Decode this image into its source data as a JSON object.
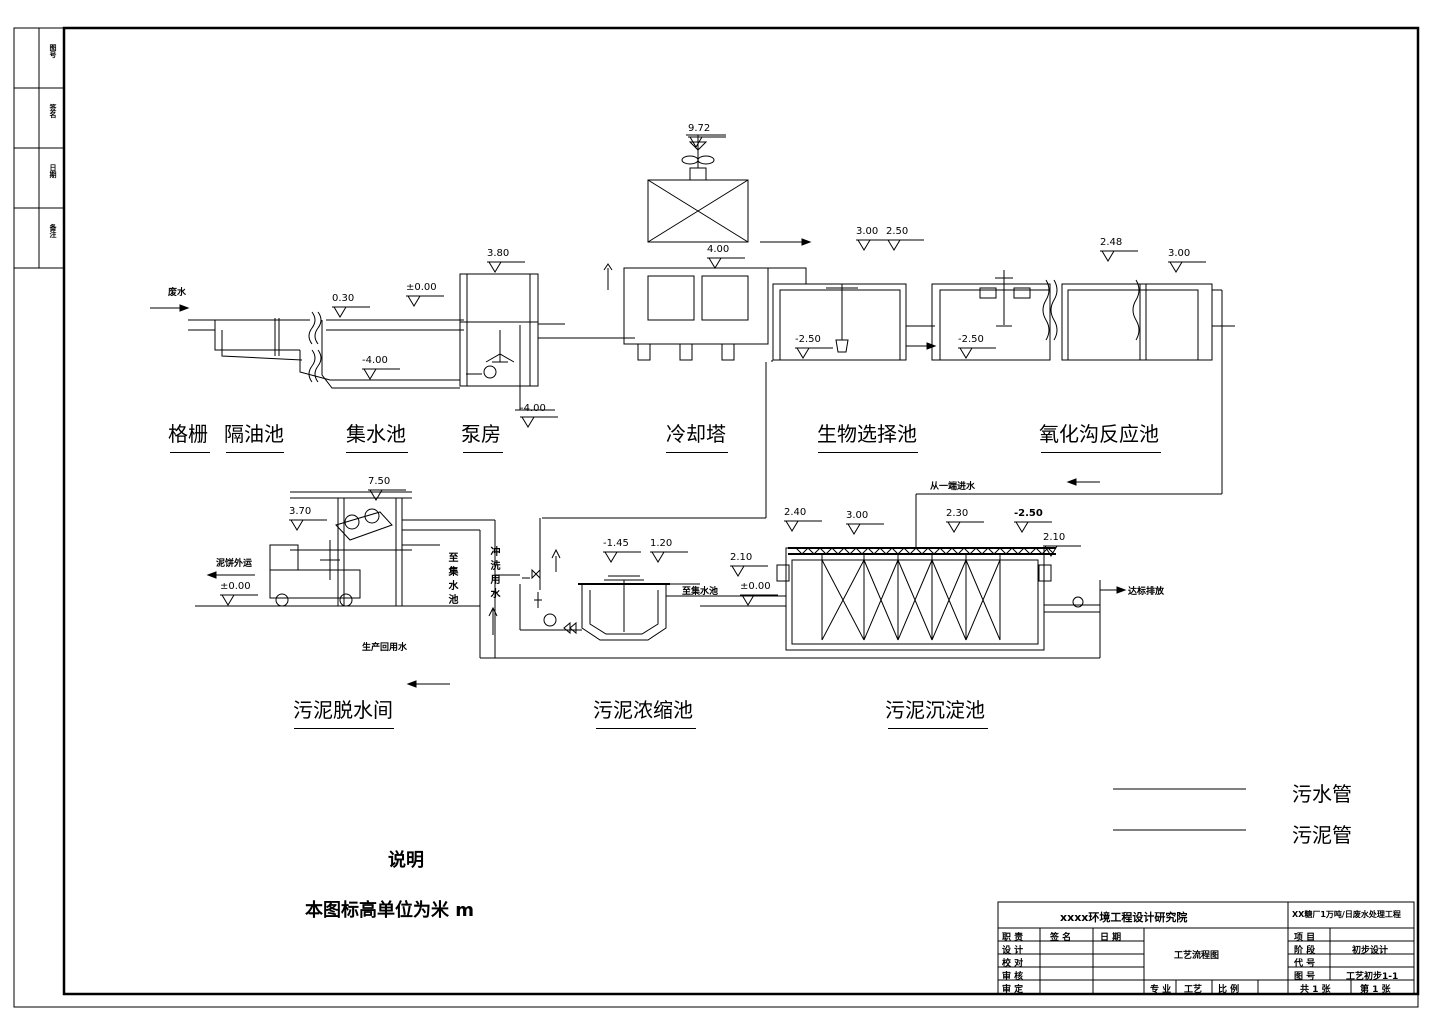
{
  "units": {
    "labels": [
      {
        "id": "grid",
        "text": "格栅"
      },
      {
        "id": "oil",
        "text": "隔油池"
      },
      {
        "id": "sump",
        "text": "集水池"
      },
      {
        "id": "pump",
        "text": "泵房"
      },
      {
        "id": "cooling",
        "text": "冷却塔"
      },
      {
        "id": "bio",
        "text": "生物选择池"
      },
      {
        "id": "oxidation",
        "text": "氧化沟反应池"
      },
      {
        "id": "dewater",
        "text": "污泥脱水间"
      },
      {
        "id": "thicken",
        "text": "污泥浓缩池"
      },
      {
        "id": "settle",
        "text": "污泥沉淀池"
      }
    ]
  },
  "elevations": [
    "0.30",
    "±0.00",
    "-4.00",
    "3.80",
    "-4.00",
    "9.72",
    "4.00",
    "3.00",
    "2.50",
    "-2.50",
    "-2.50",
    "2.48",
    "3.00",
    "7.50",
    "3.70",
    "±0.00",
    "-1.45",
    "1.20",
    "2.10",
    "±0.00",
    "2.40",
    "3.00",
    "2.30",
    "-2.50",
    "2.10"
  ],
  "flow_notes": {
    "wastewater_in": "废水",
    "from_one_end": "从一端进水",
    "mud_out": "泥饼外运",
    "to_sump": "至集水池",
    "to_sump2": "至集水池",
    "flush_water": "冲洗用水",
    "reuse_water": "生产回用水",
    "discharge": "达标排放"
  },
  "legend": {
    "sewage": "污水管",
    "sludge": "污泥管"
  },
  "notes": {
    "heading": "说明",
    "text": "本图标高单位为米 m"
  },
  "side_strip": [
    "图号",
    "签名",
    "日期",
    "备注"
  ],
  "title_block": {
    "institute": "xxxx环境工程设计研究院",
    "project": "XX糖厂1万吨/日废水处理工程",
    "drawing_name": "工艺流程图",
    "roles": [
      "职 责",
      "设 计",
      "校 对",
      "审 核",
      "审 定"
    ],
    "header_cols": [
      "签 名",
      "日 期"
    ],
    "right_labels": [
      "项 目",
      "阶 段",
      "代 号",
      "图 号"
    ],
    "stage": "初步设计",
    "drawing_no": "工艺初步1-1",
    "bottom": [
      "专 业",
      "工艺",
      "比 例"
    ],
    "sheets_total": "共 1 张",
    "sheet_no": "第 1 张"
  }
}
